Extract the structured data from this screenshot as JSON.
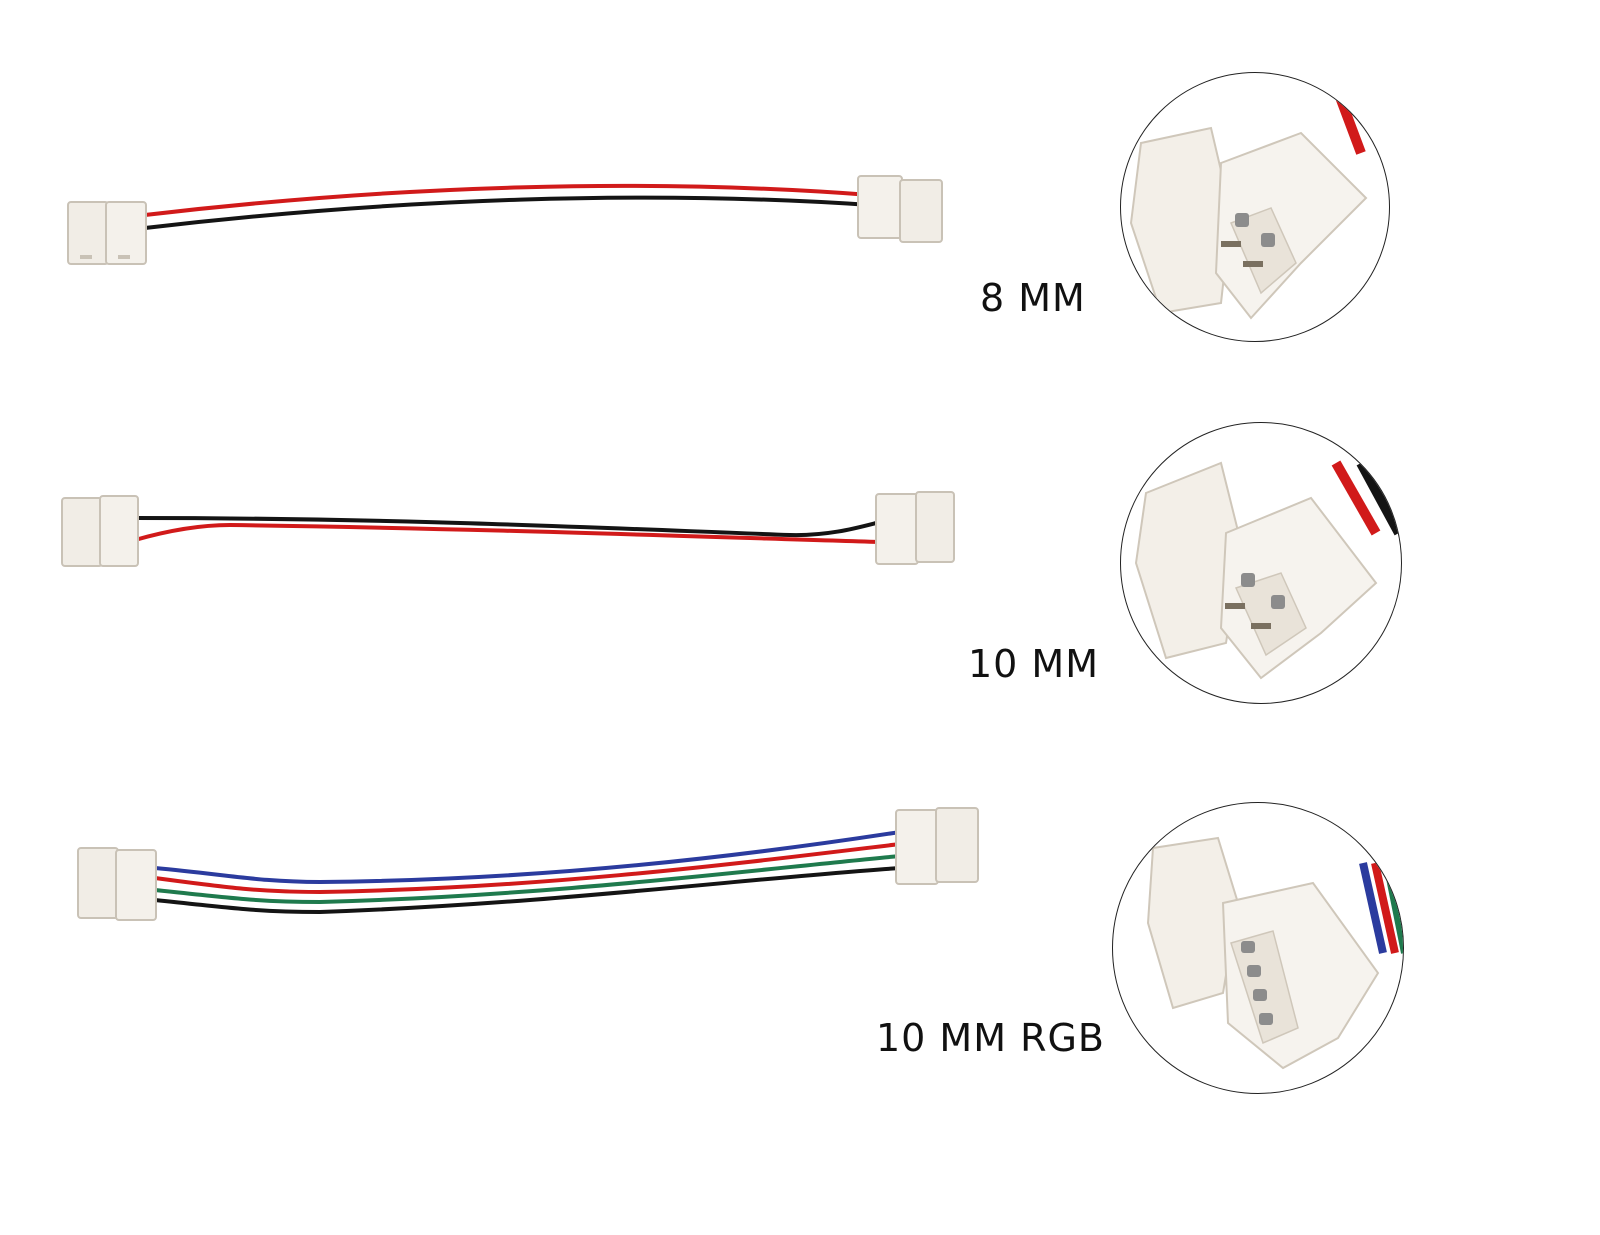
{
  "products": [
    {
      "label": "8 MM",
      "wires": [
        "#d11a1a",
        "#141414"
      ]
    },
    {
      "label": "10 MM",
      "wires": [
        "#141414",
        "#d11a1a"
      ]
    },
    {
      "label": "10 MM RGB",
      "wires": [
        "#2b3b9e",
        "#d11a1a",
        "#1f7a4d",
        "#141414"
      ]
    }
  ],
  "colors": {
    "connector": "#f1ede6",
    "connector_edge": "#c9c2b6",
    "contact": "#8c8c8c"
  }
}
